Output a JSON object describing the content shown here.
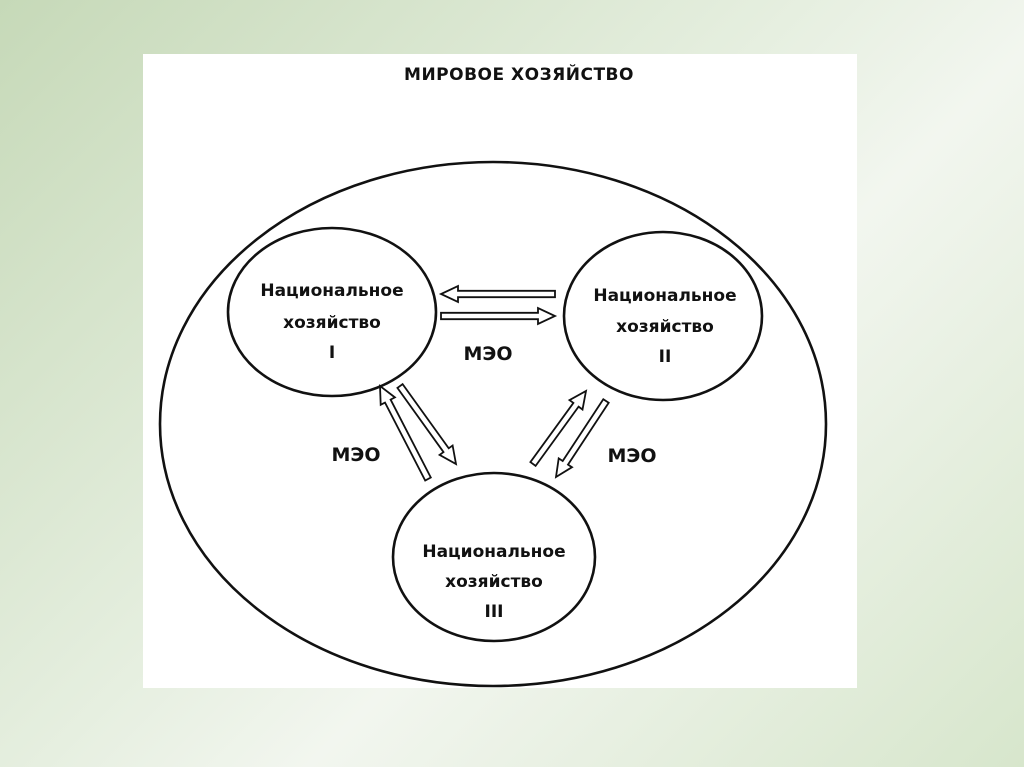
{
  "diagram": {
    "title": "МИРОВОЕ ХОЗЯЙСТВО",
    "nodes": [
      {
        "lines": [
          "Национальное",
          "хозяйство",
          "I"
        ]
      },
      {
        "lines": [
          "Национальное",
          "хозяйство",
          "II"
        ]
      },
      {
        "lines": [
          "Национальное",
          "хозяйство",
          "III"
        ]
      }
    ],
    "edge_labels": {
      "n1_n2": "МЭО",
      "n1_n3": "МЭО",
      "n2_n3": "МЭО"
    },
    "edges": [
      {
        "from": "Национальное хозяйство II",
        "to": "Национальное хозяйство I"
      },
      {
        "from": "Национальное хозяйство I",
        "to": "Национальное хозяйство II"
      },
      {
        "from": "Национальное хозяйство III",
        "to": "Национальное хозяйство I"
      },
      {
        "from": "Национальное хозяйство I",
        "to": "Национальное хозяйство III"
      },
      {
        "from": "Национальное хозяйство III",
        "to": "Национальное хозяйство II"
      },
      {
        "from": "Национальное хозяйство II",
        "to": "Национальное хозяйство III"
      }
    ]
  }
}
